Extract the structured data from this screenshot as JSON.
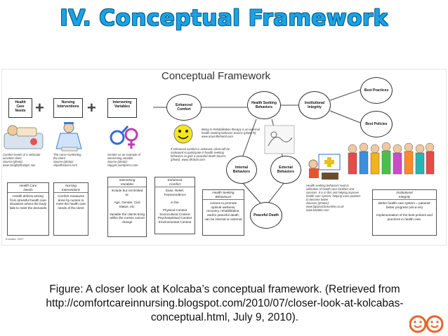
{
  "slide_title": "IV. Conceptual Framework",
  "figure_title": "Conceptual Framework",
  "top_row": [
    {
      "label": "Health\nCare\nNeeds"
    },
    {
      "label": "Nursing\nInterventions"
    },
    {
      "label": "Intervening\nVariables"
    }
  ],
  "plus": "+",
  "nodes": {
    "enhanced_comfort": "Enhanced\nComfort",
    "health_seeking": "Health Seeking\nBehaviors",
    "institutional_integrity": "Institutional\nIntegrity",
    "best_practices": "Best Practices",
    "best_policies": "Best Policies",
    "internal_behaviors": "Internal\nBehaviors",
    "external_behaviors": "External\nBehaviors",
    "peaceful_death": "Peaceful Death"
  },
  "image_notes": {
    "n1": "Comfort needs of a vehicular accident client\nSource (photo):\nwww.sbrightphotopic.nov",
    "n2": "The nurse comforting the client\nSource (photo):\nclipartheaven.com",
    "n3": "Gender as an example of intervening variable\nSource (photo):\nclipppic.wordpress.com",
    "n4": "If enhanced comfort is achieved, client will be motivated to participate in health seeking behaviors to gain a peaceful death\nSource (photo): www.clksbob.com",
    "n5": "Being in Rehabilitation therapy is an external health seeking behavior\nSource (photo R): www.arounthehand.com",
    "n6": "Health seeking behaviors lead to utilization of health care facilities and services. It is in this unit helping improve health care system; helping more patients to become better\nSources (photos): www.lignpracticeonline.co.uk\nwww.katattie.com"
  },
  "lower_boxes": [
    {
      "header": "Health Care\nNeeds",
      "body": "Health deficits arising from stressful health care situations where the body fails to meet the demands"
    },
    {
      "header": "Nursing\nInterventions",
      "body": "Comfort measures done by nurses to meet the health care needs of the client"
    },
    {
      "header": "Intervening\nVariables",
      "body": "Include but not limited to:\n\nAge, Gender, Civil Status, etc.\n\nVariable the clients bring within the nurses cannot change"
    },
    {
      "header": "Enhanced\nComfort",
      "body": "Ease, Relief, Transcendence\n\nin the\n\nPhysical Context\nSociocultural Context\nPsychospiritual Context\nEnvironmental Context"
    },
    {
      "header": "Health Seeking\nBehaviours",
      "body": "Actions to promote optimal wellness, recovery, rehabilitation, and/or peaceful death; can be internal or external"
    },
    {
      "header": "Institutional\nIntegrity",
      "body": "Better health care system = patients' better progress (vis-a-vis)\n\nImplementation of the best policies and practices in health care."
    }
  ],
  "credit": "Kolcaba, 2007",
  "caption": "Figure: A closer look at Kolcaba’s conceptual framework. (Retrieved from http://comfortcareinnursing.blogspot.com/2010/07/closer-look-at-kolcabas-conceptual.html, July 9, 2010).",
  "colors": {
    "title": "#1aa3e6",
    "title_outline": "#0a5f8a",
    "logo": "#e8622a"
  }
}
